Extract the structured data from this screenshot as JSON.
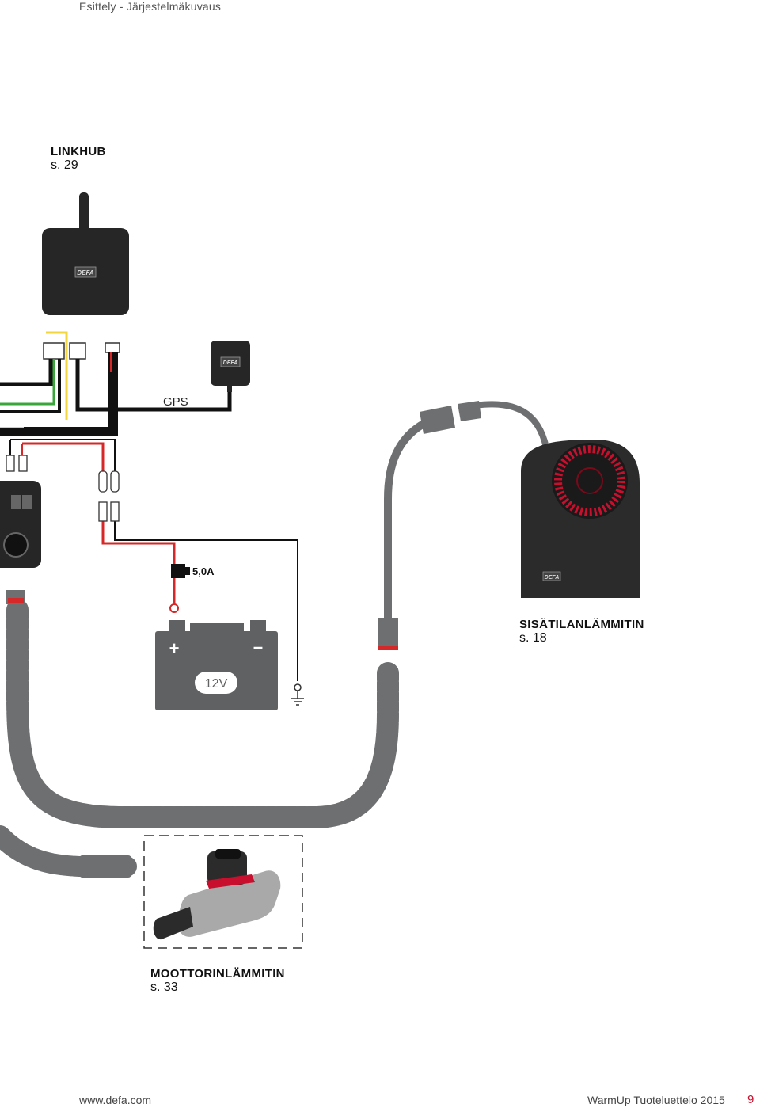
{
  "header": {
    "section": "Esittely - Järjestelmäkuvaus"
  },
  "components": {
    "linkhub": {
      "title": "LINKHUB",
      "page": "s. 29",
      "logo": "DEFA"
    },
    "gps": {
      "label": "GPS",
      "logo": "DEFA"
    },
    "fuse": {
      "label": "5,0A"
    },
    "battery": {
      "voltage": "12V",
      "plus": "+",
      "minus": "–"
    },
    "interior_heater": {
      "title": "SISÄTILANLÄMMITIN",
      "page": "s. 18",
      "logo": "DEFA"
    },
    "engine_heater": {
      "title": "MOOTTORINLÄMMITIN",
      "page": "s. 33"
    }
  },
  "footer": {
    "url": "www.defa.com",
    "catalog": "WarmUp Tuoteluettelo 2015",
    "page_number": "9"
  },
  "colors": {
    "cable_grey": "#6e6f71",
    "wire_red": "#d62828",
    "wire_yellow": "#f2d640",
    "wire_green": "#3aa53a",
    "device_black": "#262626",
    "heater_red": "#c8102e"
  }
}
